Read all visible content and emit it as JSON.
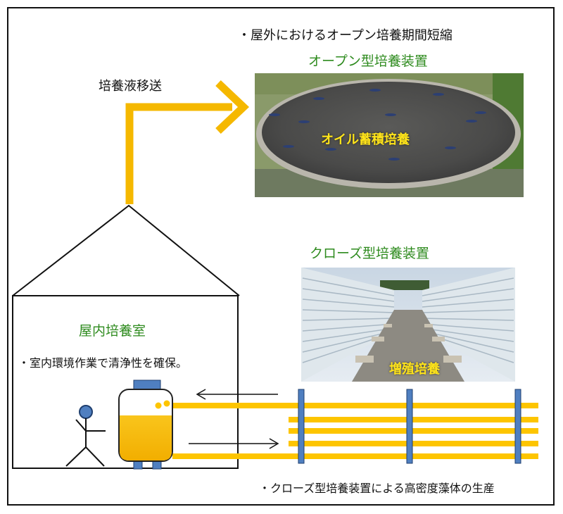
{
  "headline_open": "・屋外におけるオープン培養期間短縮",
  "open_device_title": "オープン型培養装置",
  "open_photo_label": "オイル蓄積培養",
  "transfer_label": "培養液移送",
  "closed_device_title": "クローズ型培養装置",
  "closed_photo_label": "増殖培養",
  "indoor_room_title": "屋内培養室",
  "indoor_note": "・室内環境作業で清浄性を確保。",
  "footer_note": "・クローズ型培養装置による高密度藻体の生産",
  "colors": {
    "arrow_yellow": "#f5b800",
    "pipe_yellow": "#fdc500",
    "post_blue": "#4f7fc0",
    "title_green": "#2e8b1e",
    "photo_text_yellow": "#ffe41a"
  }
}
